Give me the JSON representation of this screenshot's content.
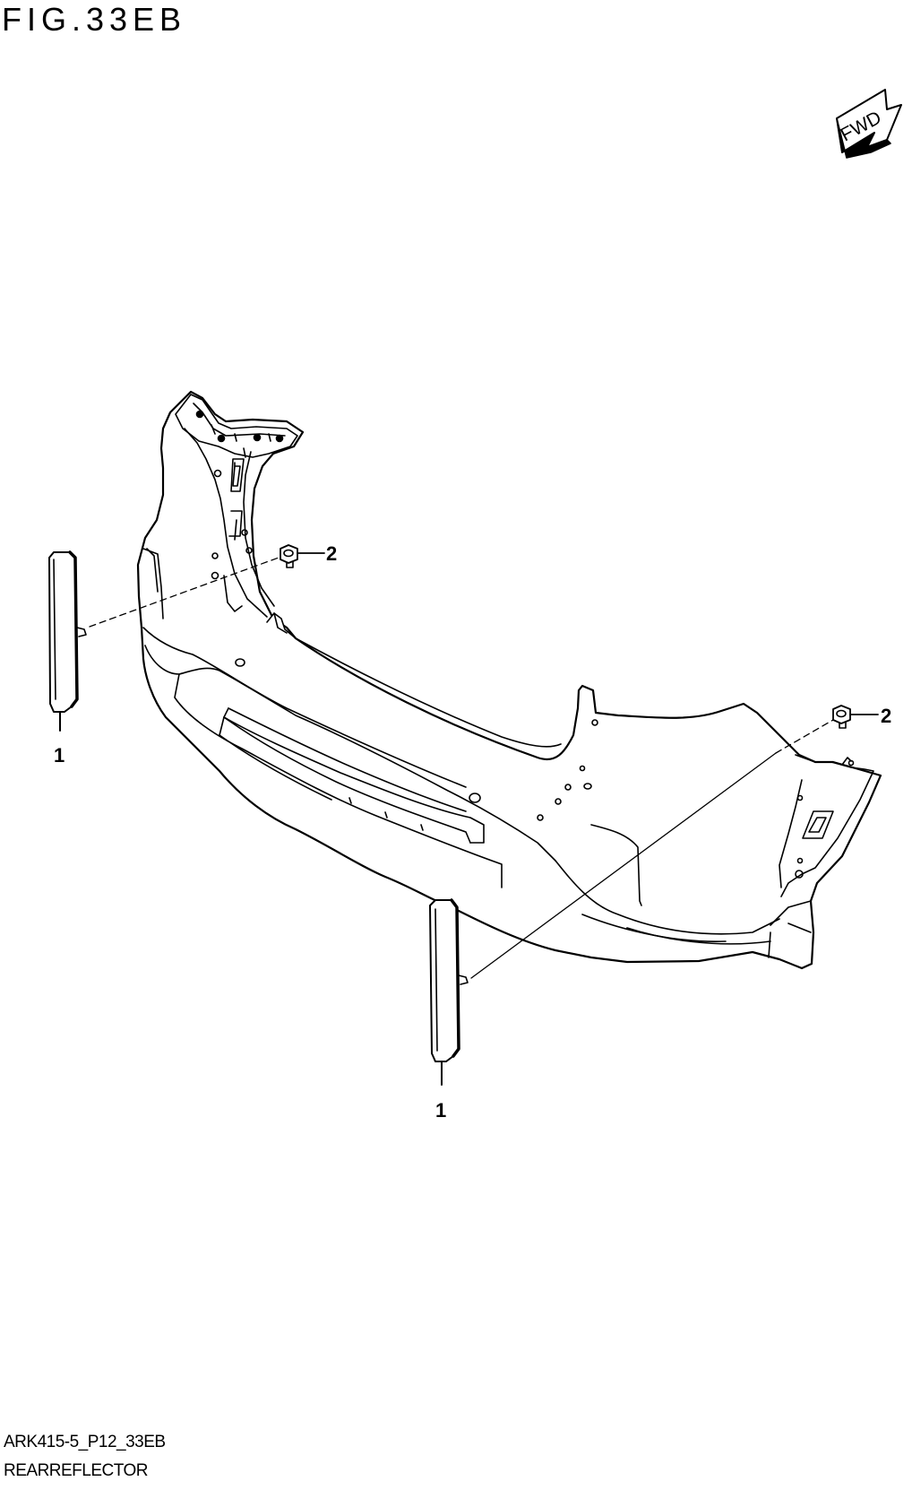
{
  "figure": {
    "title": "FIG.33EB",
    "direction_badge": {
      "icon": "fwd-arrow-icon",
      "label": "FWD"
    }
  },
  "parts": [
    {
      "callout": "1"
    },
    {
      "callout": "1"
    },
    {
      "callout": "2"
    },
    {
      "callout": "2"
    }
  ],
  "footer": {
    "code": "ARK415-5_P12_33EB",
    "caption": "REARREFLECTOR"
  }
}
